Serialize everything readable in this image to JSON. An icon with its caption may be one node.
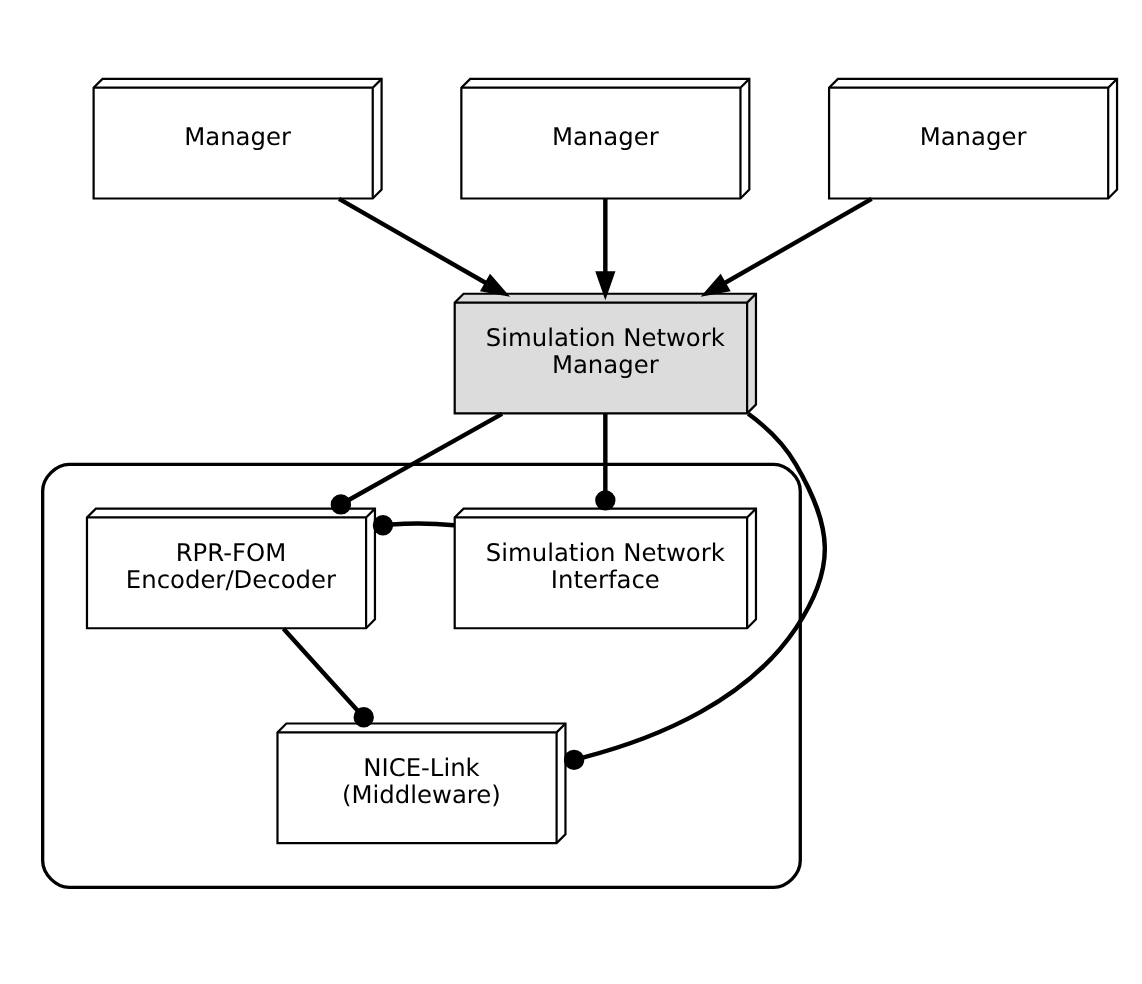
{
  "diagram": {
    "nodes": [
      {
        "text": [
          "Manager"
        ]
      },
      {
        "text": [
          "Manager"
        ]
      },
      {
        "text": [
          "Manager"
        ]
      },
      {
        "text": [
          "Simulation Network Manager"
        ]
      },
      {
        "text": [],
        "shape": "box"
      },
      {
        "text": [
          "RPR-FOM Encoder/Decoder"
        ],
        "in": 4
      },
      {
        "text": [
          "Simulation Network Interface"
        ],
        "in": 4
      },
      {
        "text": [
          "NICE-Link (Middleware)"
        ],
        "in": 4
      }
    ],
    "edges": [
      {
        "from": 0,
        "to": 3,
        "arrow": "to"
      },
      {
        "from": 1,
        "to": 3,
        "arrow": "to"
      },
      {
        "from": 2,
        "to": 3,
        "arrow": "to"
      },
      {
        "from": 3,
        "to": 5,
        "arrow": "other"
      },
      {
        "from": 3,
        "to": 6,
        "arrow": "other"
      },
      {
        "from": 3,
        "to": 7,
        "arrow": "other"
      },
      {
        "from": 6,
        "to": 5,
        "arrow": "other"
      },
      {
        "from": 5,
        "to": 7,
        "arrow": "other"
      }
    ]
  }
}
